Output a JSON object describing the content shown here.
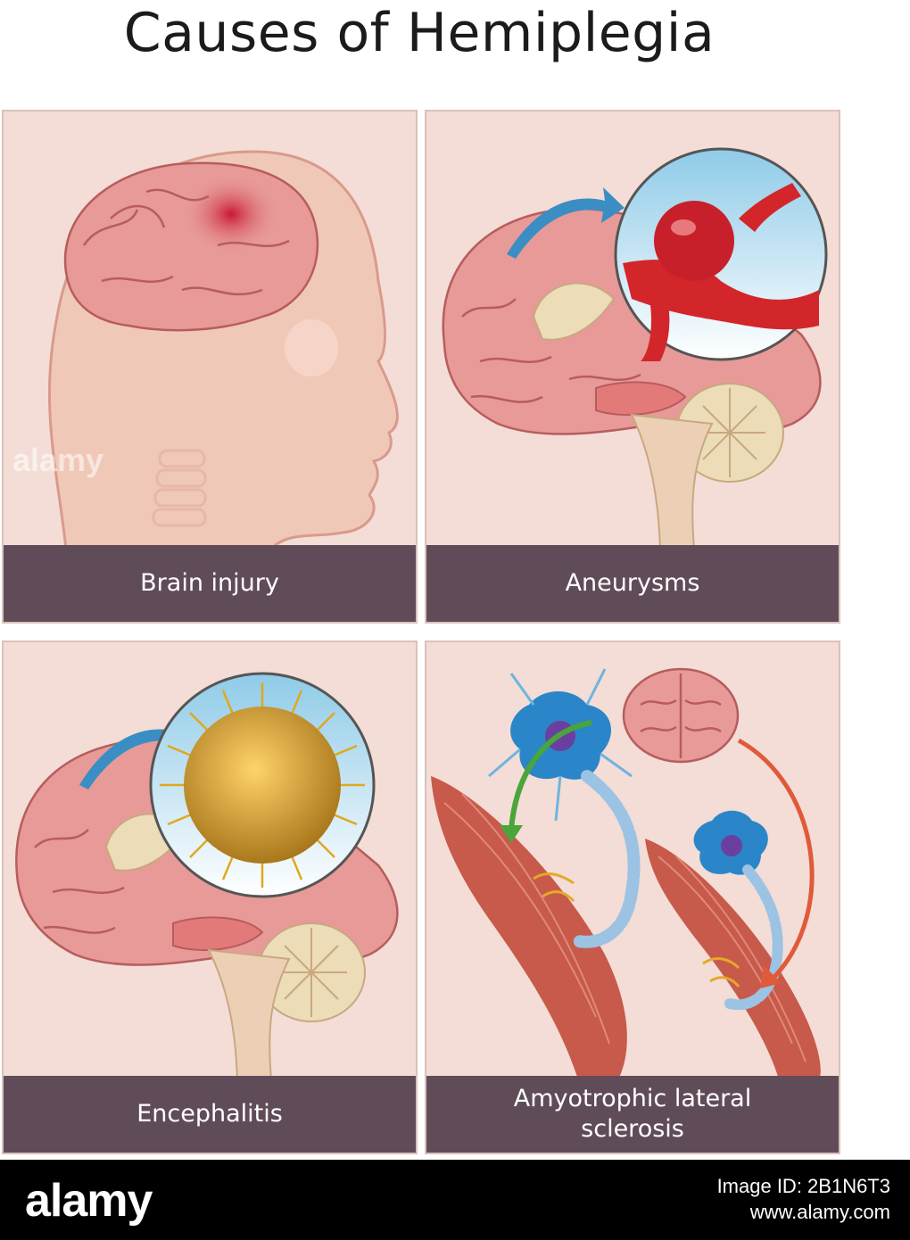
{
  "title": "Causes of Hemiplegia",
  "panels": [
    {
      "caption": "Brain injury"
    },
    {
      "caption": "Aneurysms"
    },
    {
      "caption": "Encephalitis"
    },
    {
      "caption_line1": "Amyotrophic lateral",
      "caption_line2": "sclerosis"
    }
  ],
  "watermark": "alamy",
  "footer": {
    "logo": "alamy",
    "image_id": "Image ID: 2B1N6T3",
    "site": "www.alamy.com"
  },
  "colors": {
    "panel_bg": "#f3ddd6",
    "caption_bar": "#604c59",
    "brain": "#e79a98",
    "artery": "#d3262a",
    "neuron": "#2a86c8",
    "muscle": "#c75a4a"
  }
}
